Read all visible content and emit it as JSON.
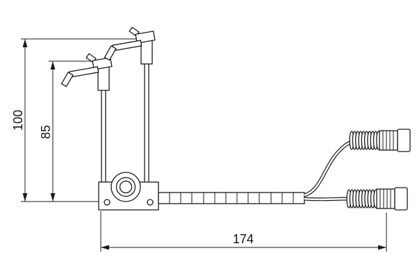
{
  "drawing": {
    "dimensions": {
      "total_height": "100",
      "clip_height": "85",
      "overall_length": "174"
    }
  }
}
